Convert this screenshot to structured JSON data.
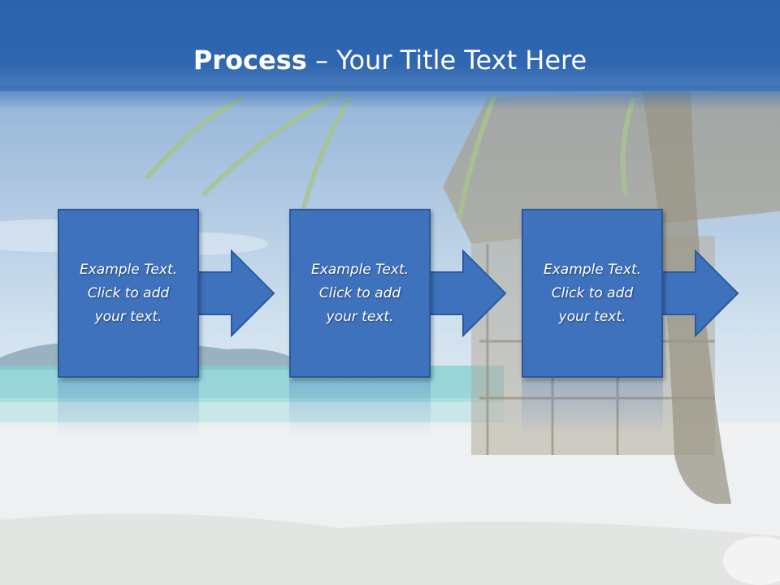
{
  "slide": {
    "title_bold": "Process",
    "title_rest": " – Your Title Text Here",
    "steps": [
      {
        "text": "Example Text.\nClick  to add\nyour text."
      },
      {
        "text": "Example Text.\nClick  to add\nyour text."
      },
      {
        "text": "Example Text.\nClick  to add\nyour text."
      }
    ]
  },
  "colors": {
    "title_bar": "#2f66b0",
    "box_fill": "#3f72bd",
    "box_border": "#2a5a9c",
    "text": "#ffffff"
  },
  "icons": [
    "arrow-right-icon"
  ]
}
